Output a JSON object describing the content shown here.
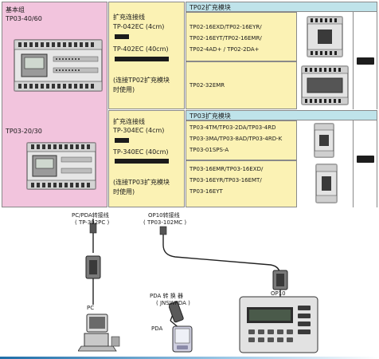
{
  "base_units": {
    "header": "基本组",
    "model_a": "TP03-40/60",
    "model_b": "TP03-20/30"
  },
  "tp02_cables": {
    "heading": "扩充连接线",
    "cable1": "TP-042EC (4cm)",
    "cable2": "TP-402EC (40cm)",
    "note_line1": "(连接TP02扩充模块",
    "note_line2": "时使用)"
  },
  "tp03_cables": {
    "heading": "扩充连接线",
    "cable1": "TP-304EC (4cm)",
    "cable2": "TP-340EC (40cm)",
    "note_line1": "(连接TP03扩充模块",
    "note_line2": "时使用)"
  },
  "tp02_modules": {
    "title": "TP02扩充模块",
    "group1_lines": [
      "TP02-16EXD/TP02-16EYR/",
      "TP02-16EYT/TP02-16EMR/",
      "TP02-4AD+ / TP02-2DA+"
    ],
    "group2_lines": [
      "TP02-32EMR"
    ]
  },
  "tp03_modules": {
    "title": "TP03扩充模块",
    "group1_lines": [
      "TP03-4TM/TP03-2DA/TP03-4RD",
      "TP03-3MA/TP03-8AD/TP03-4RD-K",
      "TP03-01SPS-A"
    ],
    "group2_lines": [
      "TP03-16EMR/TP03-16EXD/",
      "TP03-16EYR/TP03-16EMT/",
      "TP03-16EYT"
    ]
  },
  "connections": {
    "pc_cable_line1": "PC/PDA转接线",
    "pc_cable_line2": "( TP-302PC )",
    "op10_cable_line1": "OP10转接线",
    "op10_cable_line2": "( TP03-102MC )",
    "pc_label": "PC",
    "pda_adapter_line1": "PDA  转 换 器",
    "pda_adapter_line2": "( JNSWPDA )",
    "pda_label": "PDA",
    "op10_label": "OP10"
  },
  "colors": {
    "pink": "#f2c4dd",
    "yellow": "#fbf2b4",
    "cyan": "#bfe3ea",
    "cable_black": "#1b1b1b",
    "footer_blue": "#1f6ea8"
  }
}
